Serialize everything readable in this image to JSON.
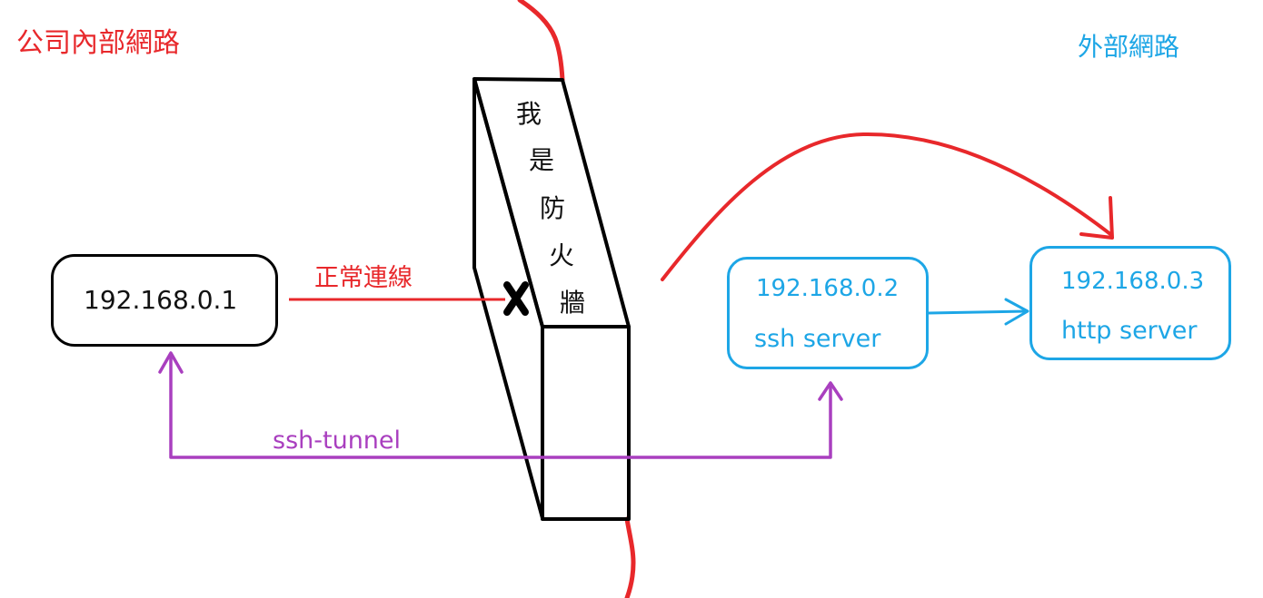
{
  "regions": {
    "internal_title": "公司內部網路",
    "external_title": "外部網路"
  },
  "firewall": {
    "chars": [
      "我",
      "是",
      "防",
      "火",
      "牆"
    ]
  },
  "nodes": {
    "client": {
      "ip": "192.168.0.1"
    },
    "ssh_server": {
      "ip": "192.168.0.2",
      "name": "ssh server"
    },
    "http_server": {
      "ip": "192.168.0.3",
      "name": "http server"
    }
  },
  "connections": {
    "normal": "正常連線",
    "tunnel": "ssh-tunnel"
  },
  "colors": {
    "internal": "#e8282b",
    "external": "#1da6e6",
    "tunnel": "#a93fbf",
    "firewall": "#000000"
  }
}
